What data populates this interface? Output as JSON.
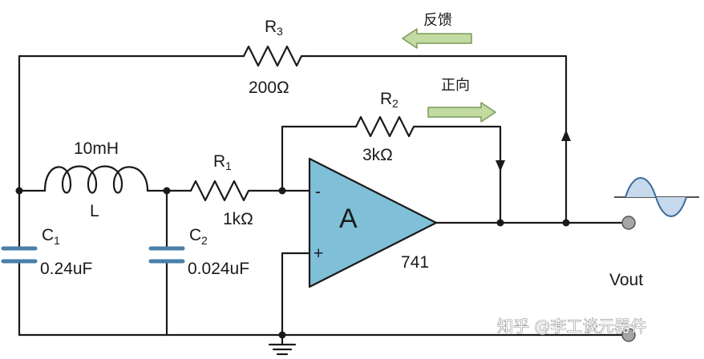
{
  "labels": {
    "r3": "R",
    "r3_sub": "3",
    "r3_value": "200Ω",
    "r2": "R",
    "r2_sub": "2",
    "r2_value": "3kΩ",
    "r1": "R",
    "r1_sub": "1",
    "r1_value": "1kΩ",
    "inductor_value": "10mH",
    "inductor_name": "L",
    "c1": "C",
    "c1_sub": "1",
    "c1_value": "0.24uF",
    "c2": "C",
    "c2_sub": "2",
    "c2_value": "0.024uF",
    "opamp_letter": "A",
    "opamp_model": "741",
    "minus": "-",
    "plus": "+",
    "vout": "Vout",
    "feedback_tag": "反馈",
    "forward_tag": "正向",
    "watermark": "知乎 @李工谈元器件"
  },
  "colors": {
    "wire": "#1a1a1a",
    "opamp_fill": "#7fbfd8",
    "arrow_fill": "#c2dba0",
    "arrow_stroke": "#7a9a5c",
    "capacitor_plate": "#4a7fa8",
    "sine_fill": "#c7d9ec",
    "sine_stroke": "#3c6a9a",
    "terminal": "#a6a6a6"
  }
}
